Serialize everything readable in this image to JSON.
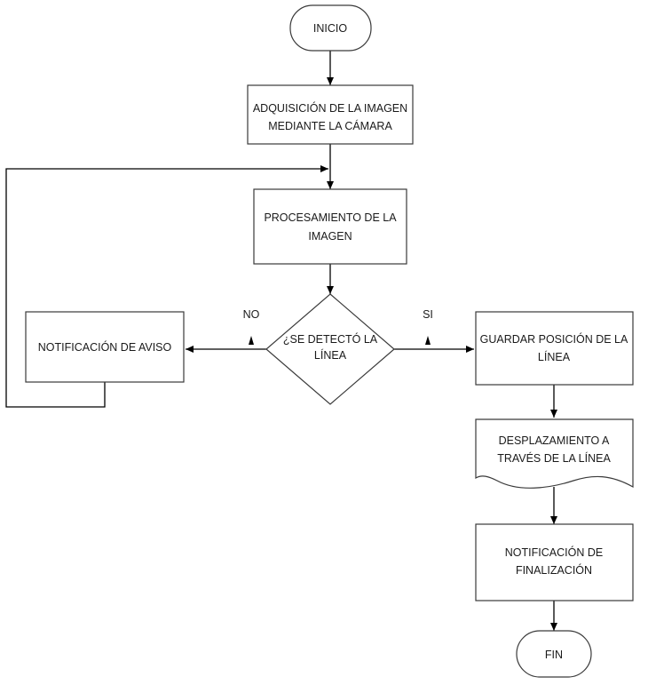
{
  "diagram": {
    "nodes": {
      "start": [
        "INICIO"
      ],
      "acquire": [
        "ADQUISICIÓN DE LA IMAGEN",
        "MEDIANTE LA CÁMARA"
      ],
      "process": [
        "PROCESAMIENTO DE LA",
        "IMAGEN"
      ],
      "decision": [
        "¿SE DETECTÓ LA",
        "LÍNEA"
      ],
      "notify_warning": [
        "NOTIFICACIÓN DE AVISO"
      ],
      "save_position": [
        "GUARDAR POSICIÓN DE LA",
        "LÍNEA"
      ],
      "move": [
        "DESPLAZAMIENTO A",
        "TRAVÉS DE LA LÍNEA"
      ],
      "notify_end": [
        "NOTIFICACIÓN DE",
        "FINALIZACIÓN"
      ],
      "end": [
        "FIN"
      ]
    },
    "branches": {
      "no": "NO",
      "yes": "SI"
    },
    "colors": {
      "stroke": "#3a3a3a",
      "arrow": "#000000",
      "text": "#1a1a1a",
      "background": "#ffffff"
    }
  }
}
